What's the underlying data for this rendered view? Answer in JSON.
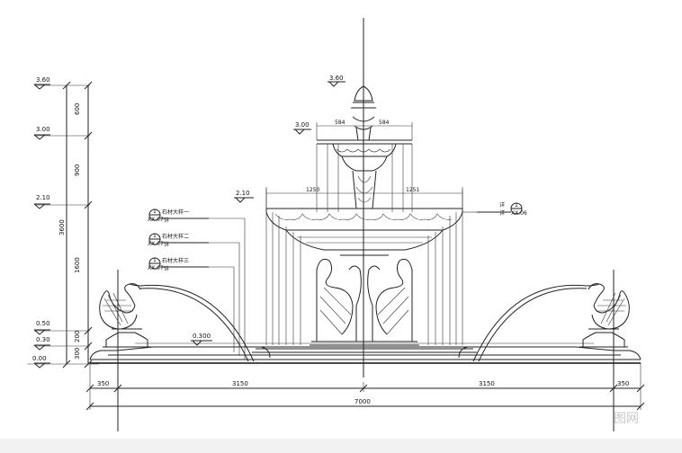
{
  "elevation_labels": {
    "left_3_60": "3.60",
    "left_3_00": "3.00",
    "left_2_10": "2.10",
    "left_0_50": "0.50",
    "left_0_30": "0.30",
    "left_0_00": "0.00",
    "top_3_60": "3.60",
    "mid_3_00": "3.00",
    "mid_2_10": "2.10",
    "base_0_300": "0.300"
  },
  "vertical_dims": {
    "d600": "600",
    "d900": "900",
    "d3600": "3600",
    "d1600": "1600",
    "d200": "200",
    "d300": "300"
  },
  "horizontal_dims": {
    "d350_left": "350",
    "d3150_left": "3150",
    "d3150_right": "3150",
    "d350_right": "350",
    "d7000": "7000",
    "d584_left": "584",
    "d584_right": "584",
    "d1250": "1250",
    "d1251": "1251"
  },
  "callouts": {
    "c1_num": "1",
    "c1_den": "XX.07",
    "c1_text": "石材大样一",
    "c1_suffix": "详",
    "c2_num": "1",
    "c2_den": "XX.07",
    "c2_text": "石材大样二",
    "c2_suffix": "详",
    "c3_num": "1",
    "c3_den": "XX.07",
    "c3_text": "石材大样三",
    "c3_suffix": "详",
    "c4_prefix": "详",
    "c4_num": "1",
    "c4_den": "XX.06",
    "c4_suffix": "详"
  },
  "watermark": "图网"
}
